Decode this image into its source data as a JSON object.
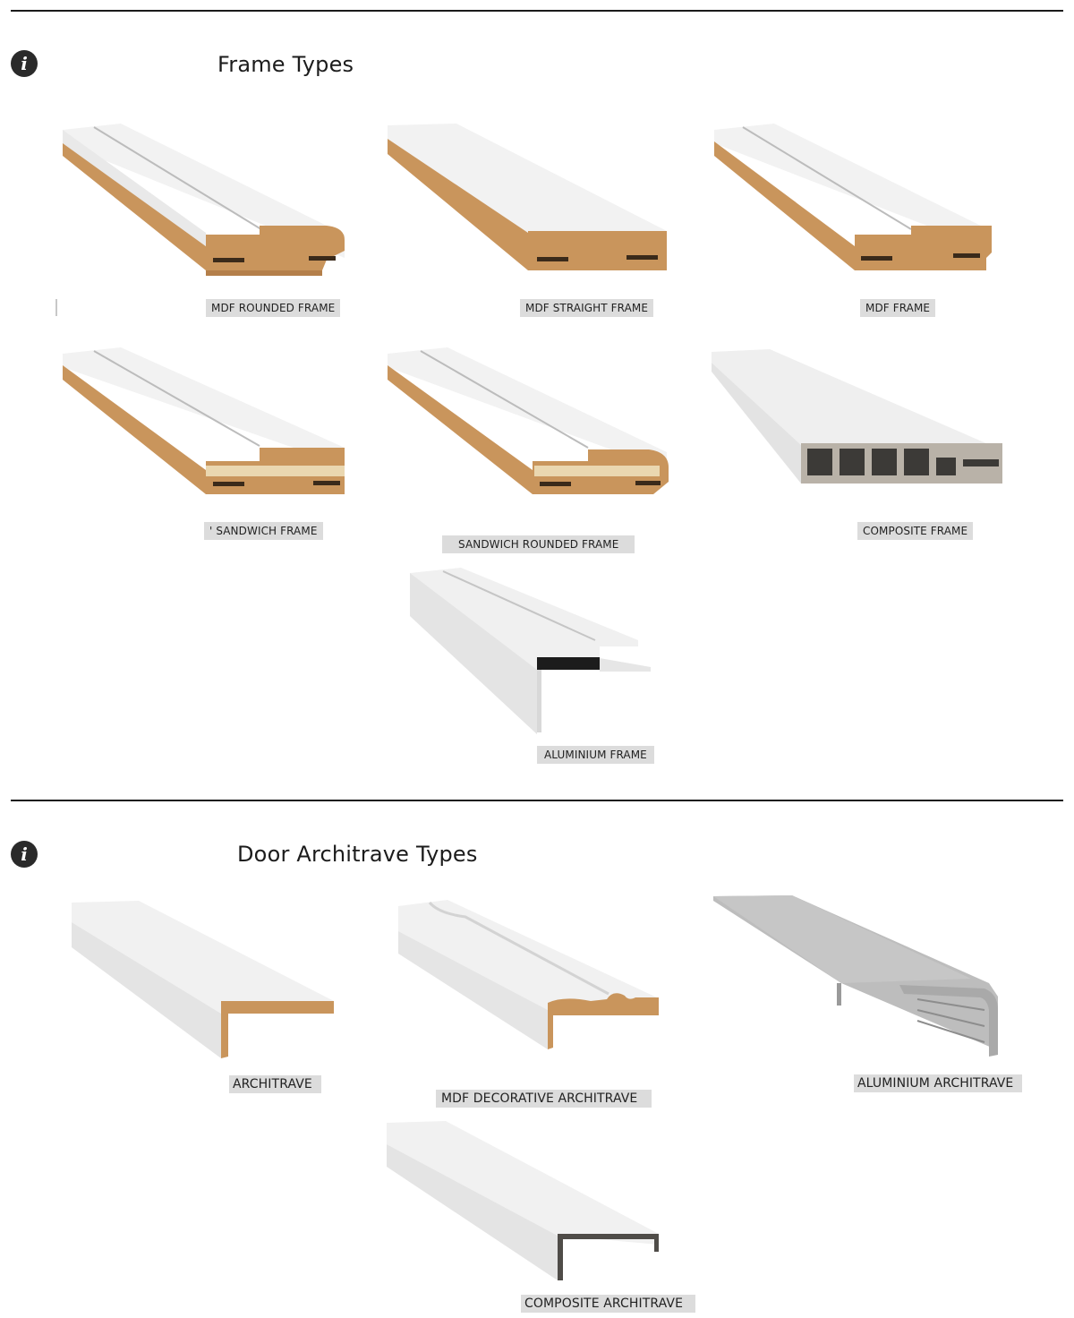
{
  "sections": {
    "frames": {
      "title": "Frame Types",
      "items": [
        {
          "label": "MDF ROUNDED FRAME",
          "icon": "mdf-rounded-frame-image"
        },
        {
          "label": "MDF STRAIGHT FRAME",
          "icon": "mdf-straight-frame-image"
        },
        {
          "label": "MDF FRAME",
          "icon": "mdf-frame-image"
        },
        {
          "label": "' SANDWICH FRAME",
          "icon": "sandwich-frame-image"
        },
        {
          "label": "SANDWICH ROUNDED FRAME",
          "icon": "sandwich-rounded-frame-image"
        },
        {
          "label": "COMPOSITE FRAME",
          "icon": "composite-frame-image"
        },
        {
          "label": "ALUMINIUM FRAME",
          "icon": "aluminium-frame-image"
        }
      ]
    },
    "architraves": {
      "title": "Door Architrave Types",
      "items": [
        {
          "label": "ARCHITRAVE",
          "icon": "architrave-image"
        },
        {
          "label": "MDF DECORATIVE ARCHITRAVE",
          "icon": "mdf-decorative-architrave-image"
        },
        {
          "label": "ALUMINIUM ARCHITRAVE",
          "icon": "aluminium-architrave-image"
        },
        {
          "label": "COMPOSITE ARCHITRAVE",
          "icon": "composite-architrave-image"
        }
      ]
    }
  },
  "icons": {
    "info": "info-icon"
  },
  "colors": {
    "rule": "#1a1a1a",
    "label_bg": "#dcdcdc",
    "mdf": "#c9955c",
    "white_face": "#f4f4f4"
  }
}
